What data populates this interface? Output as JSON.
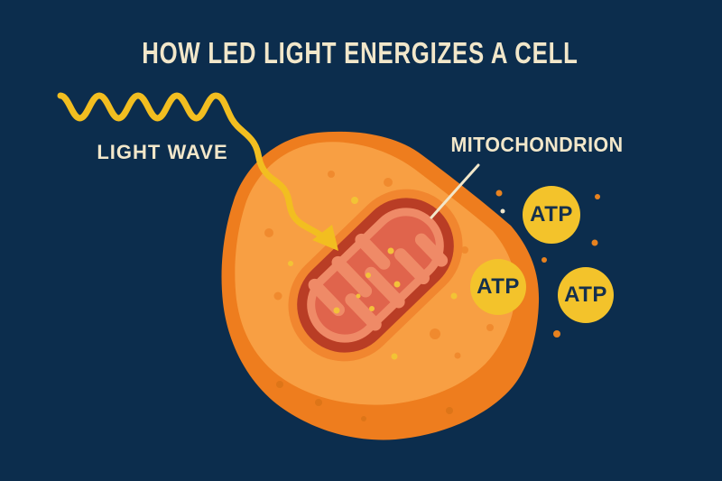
{
  "title": "HOW LED LIGHT ENERGIZES A CELL",
  "diagram": {
    "light_wave_label": "LIGHT WAVE",
    "mitochondrion_label": "MITOCHONDRION",
    "atp_badges": [
      {
        "label": "ATP"
      },
      {
        "label": "ATP"
      },
      {
        "label": "ATP"
      }
    ]
  },
  "colors": {
    "background_navy": "#0c2d4d",
    "text_cream": "#f2e7ca",
    "wave_yellow": "#f2be20",
    "cell_fill_orange": "#f89f43",
    "cell_rim_orange": "#ee7d1e",
    "cell_freckle_orange": "#f08a2e",
    "cell_rim_freckle": "#dd7518",
    "cell_dot_yellow": "#f2c335",
    "mito_halo_orange": "#f1862f",
    "mito_outer_red": "#b93d25",
    "mito_membrane_salmon": "#ef8a67",
    "mito_matrix_red": "#e0644c",
    "mito_dot_yellow": "#f3c13b",
    "atp_circle_yellow": "#f3c32b",
    "atp_text_navy": "#15304d",
    "energy_dot_orange": "#e8821f",
    "energy_dot_cream": "#f0e7cc"
  }
}
